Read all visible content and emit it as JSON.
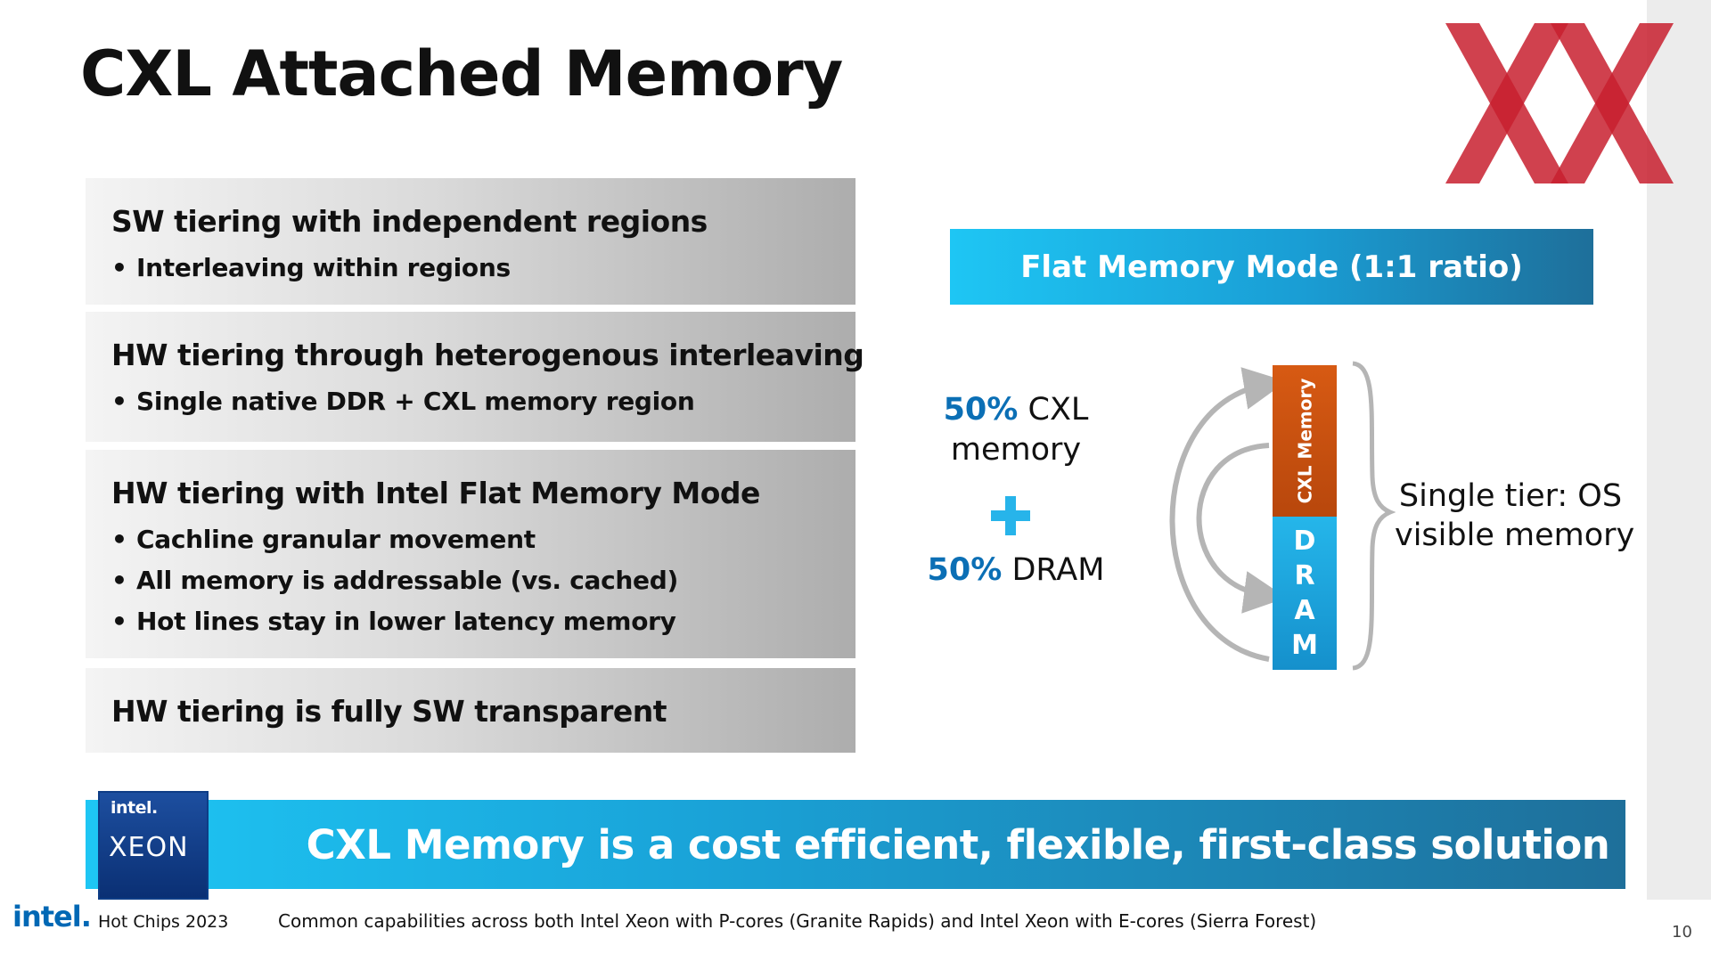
{
  "slide": {
    "title": "CXL Attached Memory",
    "page_number": "10"
  },
  "panels": [
    {
      "heading": "SW tiering with independent regions",
      "bullets": [
        "Interleaving within regions"
      ]
    },
    {
      "heading": "HW tiering through heterogenous interleaving",
      "bullets": [
        "Single native DDR + CXL memory region"
      ]
    },
    {
      "heading": "HW tiering with Intel Flat Memory Mode",
      "bullets": [
        "Cachline granular movement",
        "All memory is addressable (vs. cached)",
        "Hot lines stay in lower latency memory"
      ]
    },
    {
      "heading": "HW tiering is fully SW transparent",
      "bullets": []
    }
  ],
  "diagram": {
    "banner": "Flat Memory Mode (1:1 ratio)",
    "cxl_pct": "50%",
    "cxl_label_1": "CXL",
    "cxl_label_2": "memory",
    "dram_pct": "50%",
    "dram_label": "DRAM",
    "cxl_bar_label": "CXL Memory",
    "dram_letters": [
      "D",
      "R",
      "A",
      "M"
    ],
    "tier_line_1": "Single tier: OS",
    "tier_line_2": "visible memory"
  },
  "bottom_banner": {
    "text": "CXL Memory is a cost efficient, flexible, first-class solution",
    "badge_brand": "intel.",
    "badge_product": "XEON"
  },
  "footer": {
    "logo": "intel.",
    "event": "Hot Chips 2023",
    "note": "Common capabilities across both Intel Xeon with P-cores (Granite Rapids) and Intel Xeon with E-cores (Sierra Forest)"
  },
  "colors": {
    "logo_red": "#c8202f",
    "banner_blue_light": "#1ec6f4",
    "banner_blue_dark": "#1e6f9a",
    "cxl_orange": "#d75a13",
    "dram_blue": "#25b6ea",
    "plus_blue": "#27b4ea",
    "pct_blue": "#0b6fb5",
    "intel_blue": "#0068b5"
  }
}
